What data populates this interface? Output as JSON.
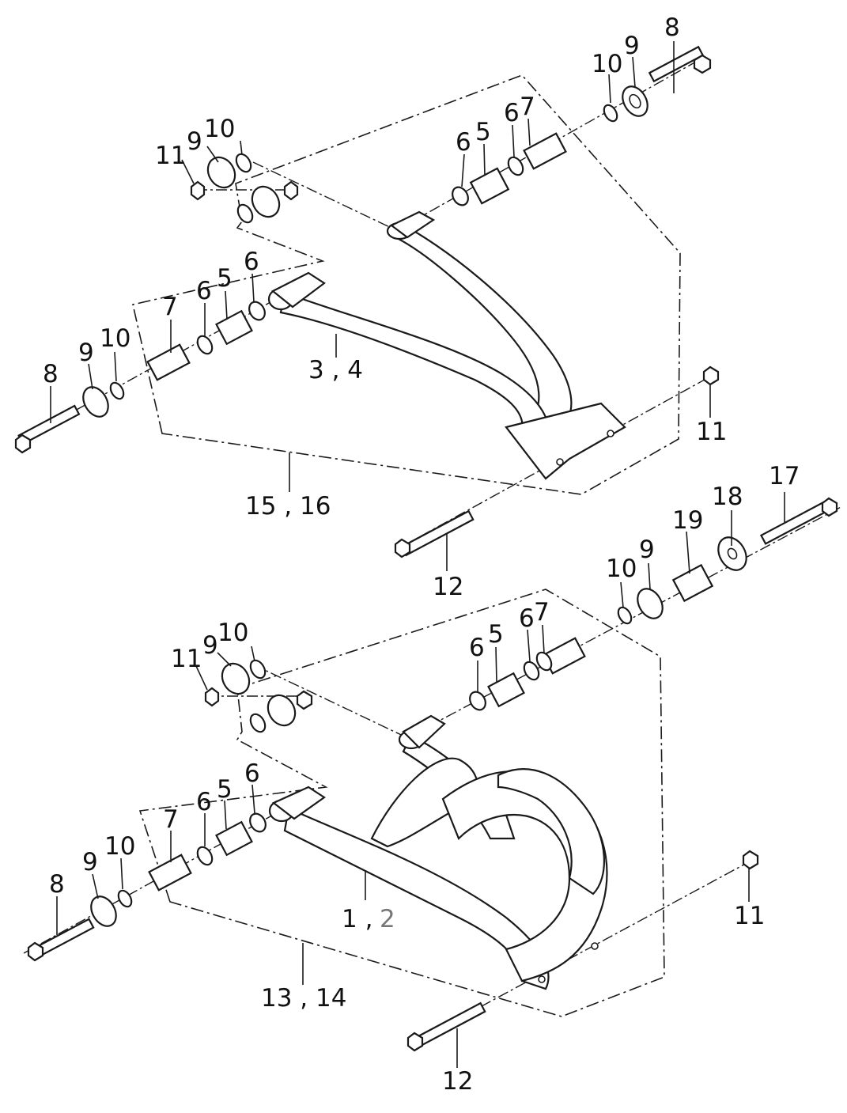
{
  "upper_assembly": {
    "callouts": {
      "c8_right": "8",
      "c9_right": "9",
      "c10_right": "10",
      "c6_r1": "6",
      "c5_r": "5",
      "c6_r2": "6",
      "c7_r": "7",
      "c11_left": "11",
      "c9_left": "9",
      "c10_left": "10",
      "c7_l": "7",
      "c6_l1": "6",
      "c5_l": "5",
      "c6_l2": "6",
      "c8_left": "8",
      "c9_left2": "9",
      "c10_left2": "10",
      "arm": "3 , 4",
      "c11_right": "11",
      "assembly": "15 , 16",
      "c12": "12"
    }
  },
  "lower_assembly": {
    "callouts": {
      "c17": "17",
      "c18": "18",
      "c19": "19",
      "c9_right": "9",
      "c10_right": "10",
      "c6_r1": "6",
      "c5_r": "5",
      "c6_r2": "6",
      "c7_r": "7",
      "c11_left": "11",
      "c9_left": "9",
      "c10_left": "10",
      "c7_l": "7",
      "c6_l1": "6",
      "c5_l": "5",
      "c6_l2": "6",
      "c8_left": "8",
      "c9_left2": "9",
      "c10_left2": "10",
      "arm_a": "1 ,",
      "arm_b": "2",
      "c11_right": "11",
      "assembly": "13 , 14",
      "c12": "12"
    }
  },
  "colors": {
    "line": "#1a1a1a",
    "muted_label": "#777777"
  }
}
